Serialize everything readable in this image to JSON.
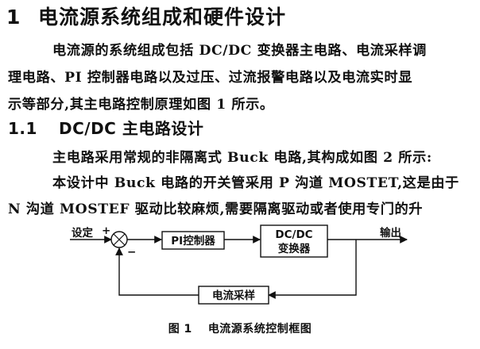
{
  "section": {
    "number": "1",
    "title": "电流源系统组成和硬件设计"
  },
  "paragraph1": {
    "line1": "电流源的系统组成包括 DC/DC 变换器主电路、电流采样调",
    "line2": "理电路、PI 控制器电路以及过压、过流报警电路以及电流实时显",
    "line3": "示等部分,其主电路控制原理如图 1 所示。"
  },
  "subsection": {
    "number": "1.1",
    "title": "DC/DC 主电路设计"
  },
  "paragraph2": {
    "line1": "主电路采用常规的非隔离式 Buck 电路,其构成如图 2 所示:"
  },
  "paragraph3": {
    "line1": "本设计中 Buck 电路的开关管采用 P 沟道 MOSTET,这是由于",
    "line2": "N 沟道 MOSTEF 驱动比较麻烦,需要隔离驱动或者使用专门的升"
  },
  "diagram": {
    "input_label": "设定",
    "plus_sign": "+",
    "minus_sign": "−",
    "pi_block": "PI控制器",
    "dcdc_block_line1": "DC/DC",
    "dcdc_block_line2": "变换器",
    "output_label": "输出",
    "sampling_block": "电流采样"
  },
  "caption": {
    "figure": "图 1",
    "text": "电流源系统控制框图"
  }
}
